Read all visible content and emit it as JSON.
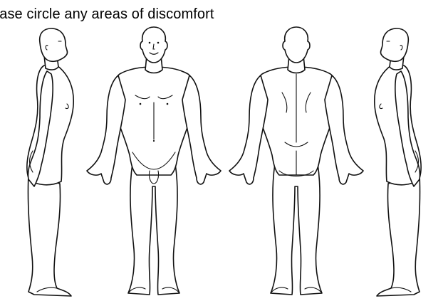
{
  "instruction": "ease circle any areas of discomfort",
  "figures": [
    {
      "view": "side-right"
    },
    {
      "view": "front"
    },
    {
      "view": "back"
    },
    {
      "view": "side-left"
    }
  ],
  "colors": {
    "line": "#111111",
    "background": "#ffffff"
  }
}
